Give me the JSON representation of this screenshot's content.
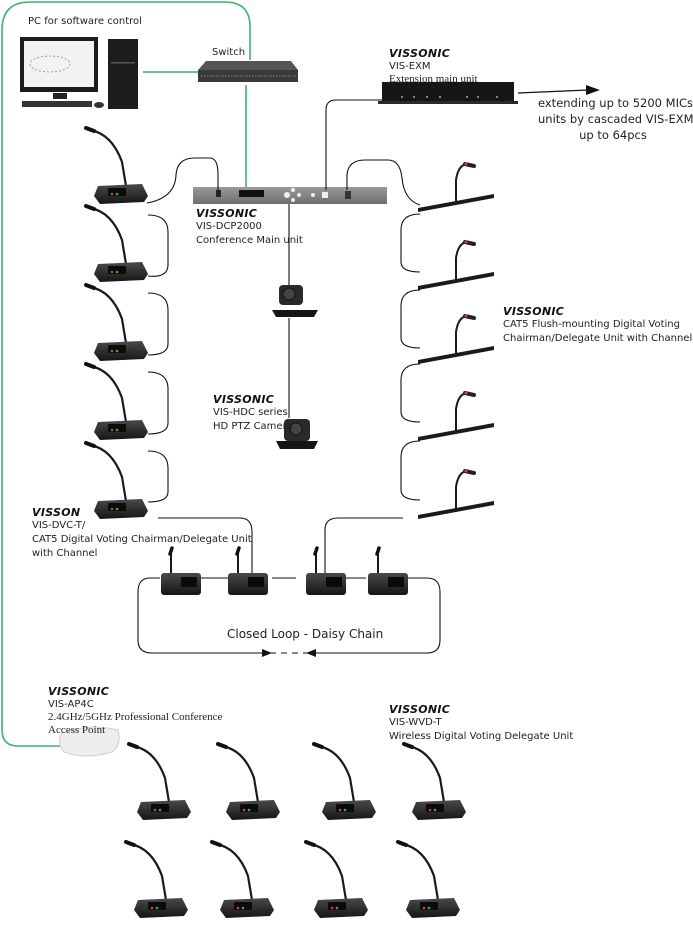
{
  "pc": {
    "label": "PC for  software control"
  },
  "switch": {
    "label": "Switch"
  },
  "exm": {
    "brand": "VISSONIC",
    "model": "VIS-EXM",
    "desc": "Extension main unit"
  },
  "extension_note": {
    "line1": "extending up to 5200 MICs",
    "line2": "units by cascaded VIS-EXM",
    "line3": "up to 64pcs"
  },
  "dcp": {
    "brand": "VISSONIC",
    "model": "VIS-DCP2000",
    "desc": "Conference Main unit"
  },
  "flush": {
    "brand": "VISSONIC",
    "line1": "CAT5 Flush-mounting  Digital Voting",
    "line2": "Chairman/Delegate Unit with Channel"
  },
  "camera": {
    "brand": "VISSONIC",
    "model": "VIS-HDC series",
    "desc": "HD PTZ Camera"
  },
  "dvc": {
    "brand": "VISSON",
    "model": "VIS-DVC-T/",
    "line1": "CAT5 Digital Voting Chairman/Delegate Unit",
    "line2": "with Channel"
  },
  "loop": {
    "label": "Closed Loop - Daisy Chain"
  },
  "ap": {
    "brand": "VISSONIC",
    "model": "VIS-AP4C",
    "line1": "2.4GHz/5GHz Professional Conference",
    "line2": "Access Point"
  },
  "wvd": {
    "brand": "VISSONIC",
    "model": "VIS-WVD-T",
    "desc": "Wireless Digital Voting Delegate Unit"
  },
  "colors": {
    "network_line": "#3cb371",
    "cable": "#111111",
    "device": "#2a2a2a"
  }
}
